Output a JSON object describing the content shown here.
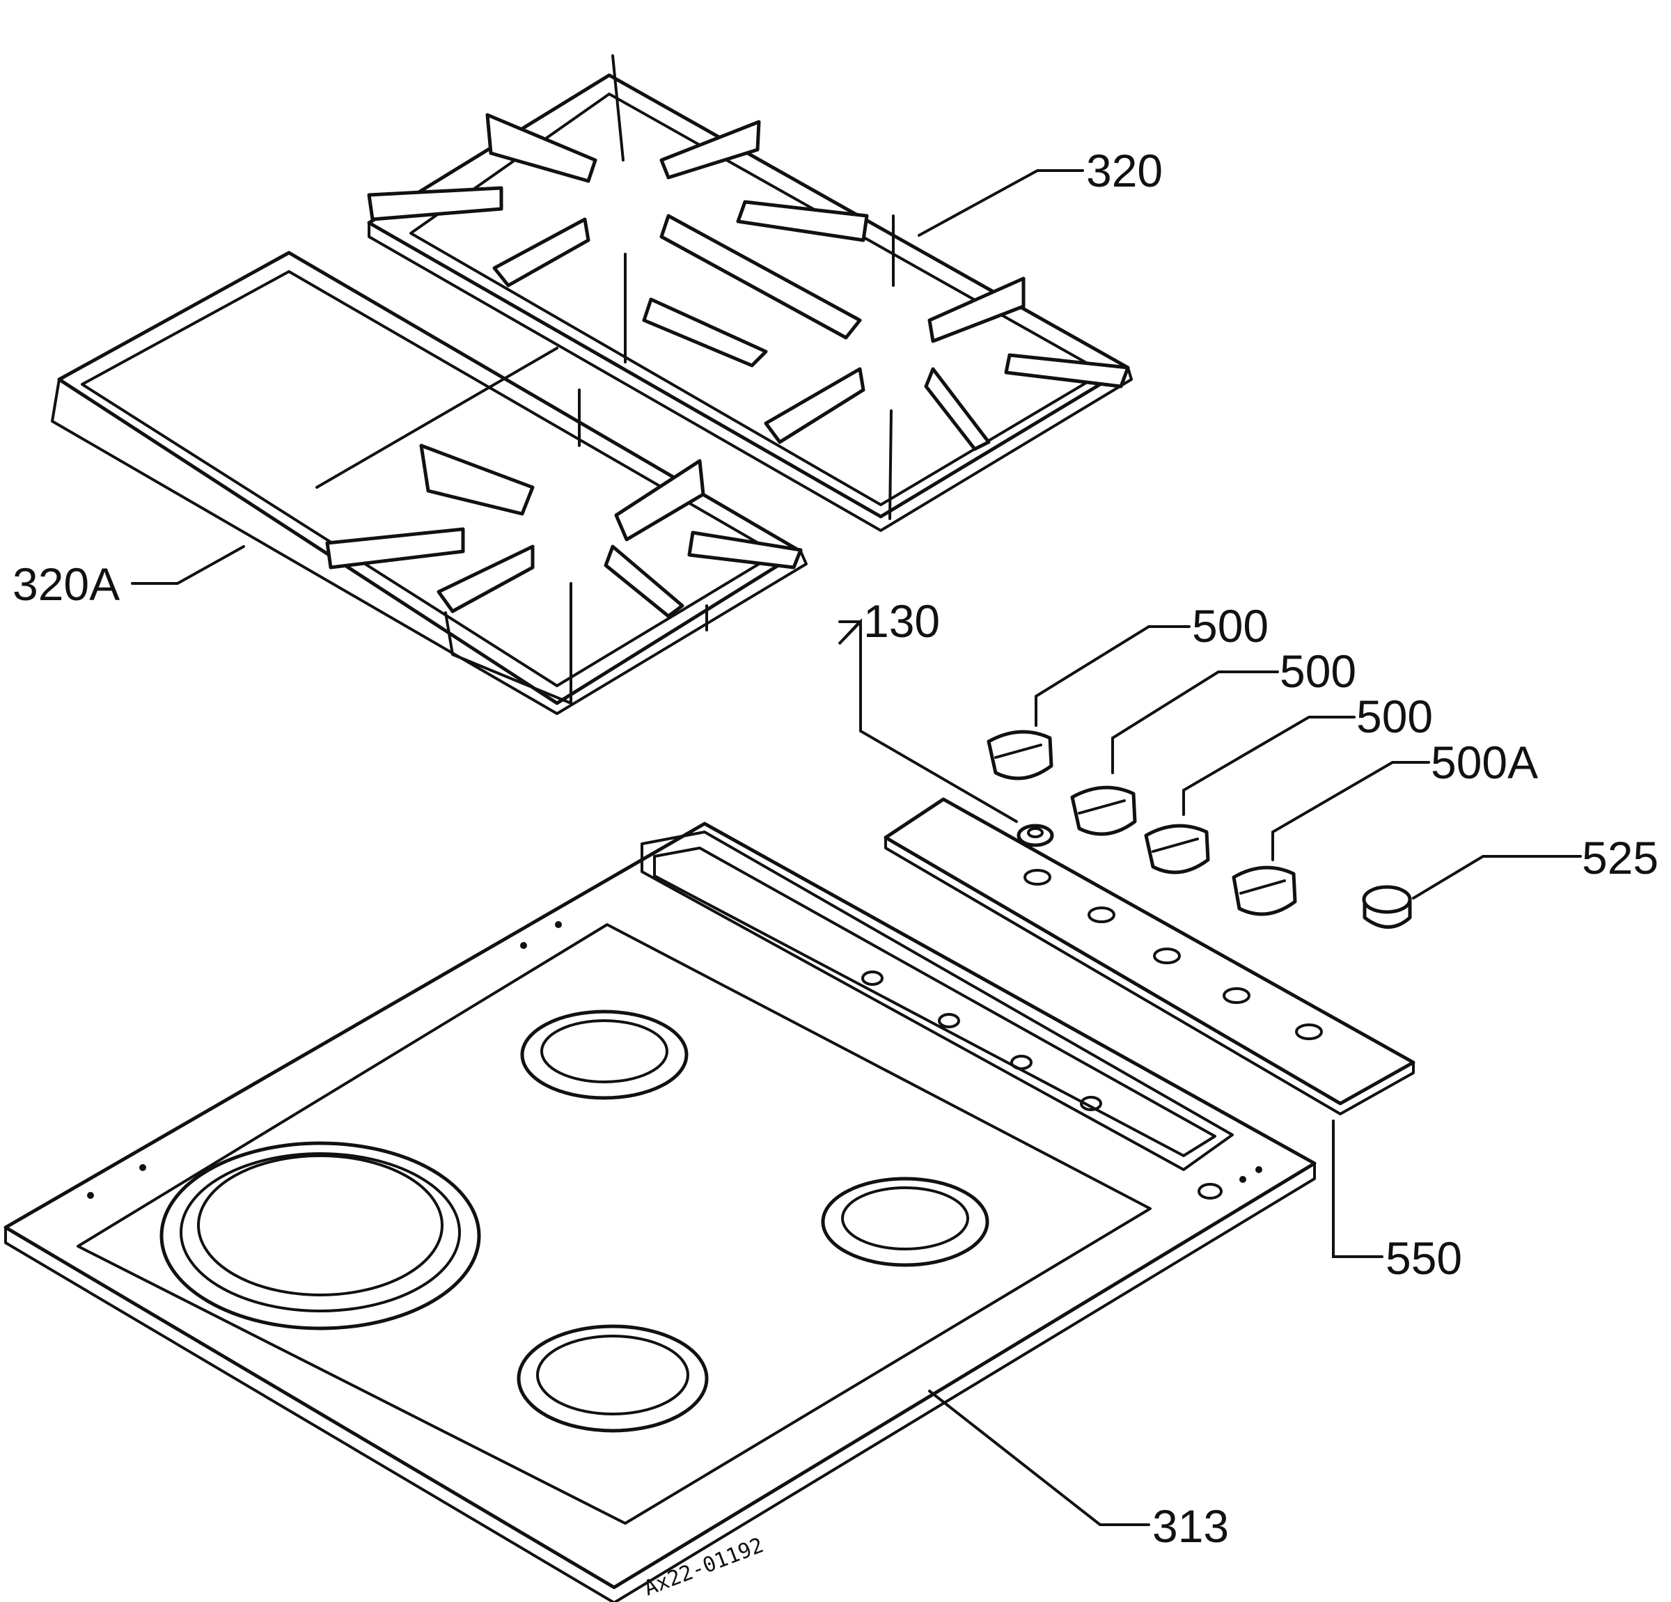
{
  "callouts": {
    "pan_support_double": "320",
    "pan_support_single": "320A",
    "spark_button": "130",
    "knob_1": "500",
    "knob_2": "500",
    "knob_3": "500",
    "knob_4": "500A",
    "knob_cap": "525",
    "control_panel": "550",
    "hob_top": "313"
  },
  "drawing_code": "Ax22-01192",
  "colors": {
    "line": "#111111",
    "background": "#ffffff"
  }
}
